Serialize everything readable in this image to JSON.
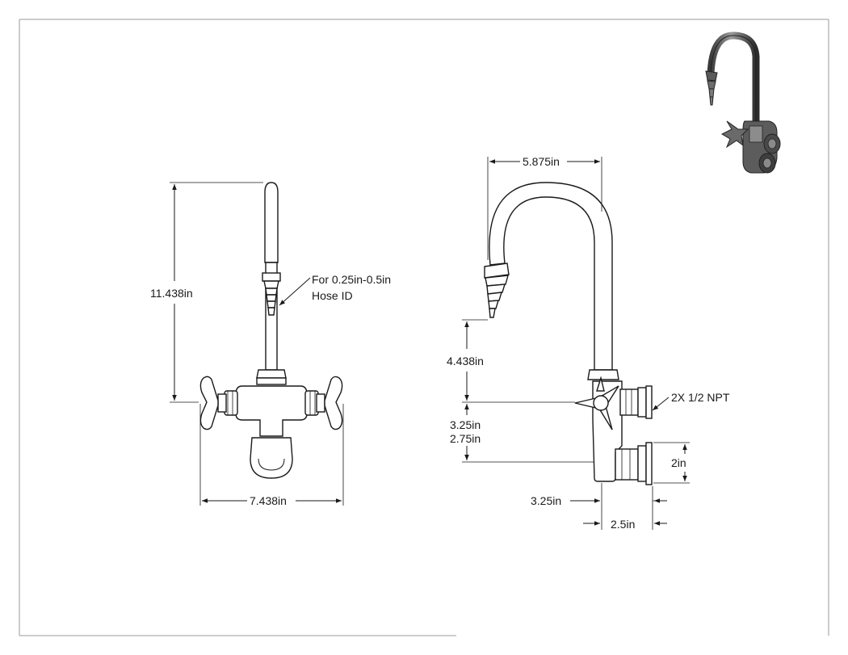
{
  "front_view": {
    "height_label": "11.438in",
    "width_label": "7.438in",
    "hose_note_line1": "For 0.25in-0.5in",
    "hose_note_line2": "Hose ID"
  },
  "side_view": {
    "spout_reach_label": "5.875in",
    "outlet_height_label": "4.438in",
    "upper_inlet_label": "3.25in",
    "lower_inlet_label": "2.75in",
    "inlet_spacing_label": "2in",
    "inlet_note": "2X 1/2 NPT",
    "body_projection_label": "3.25in",
    "flange_depth_label": "2.5in"
  },
  "iso_view": {
    "icon": "faucet-isometric-icon"
  },
  "colors": {
    "line": "#1a1a1a",
    "shade": "#6b6b6b",
    "frame": "#9a9a9a"
  }
}
